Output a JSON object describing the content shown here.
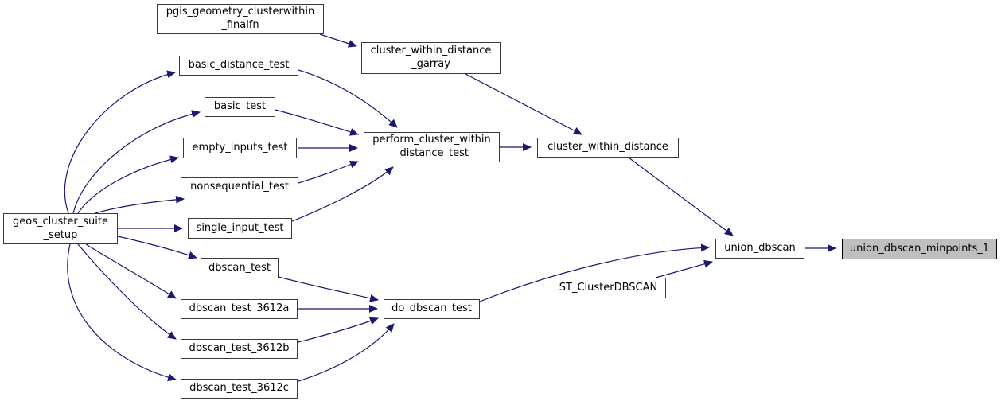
{
  "diagram": {
    "kind": "call-graph",
    "colors": {
      "background": "#ffffff",
      "edge": "#191970",
      "node_border": "#3a3a3a",
      "node_fill": "#ffffff",
      "text": "#000000",
      "highlight_fill": "#bfbfbf",
      "highlight_border": "#000000"
    },
    "nodes": [
      {
        "id": "pgis_geometry_clusterwithin_finalfn",
        "label": "pgis_geometry_clusterwithin\n_finalfn",
        "highlighted": false
      },
      {
        "id": "cluster_within_distance_garray",
        "label": "cluster_within_distance\n_garray",
        "highlighted": false
      },
      {
        "id": "basic_distance_test",
        "label": "basic_distance_test",
        "highlighted": false
      },
      {
        "id": "basic_test",
        "label": "basic_test",
        "highlighted": false
      },
      {
        "id": "empty_inputs_test",
        "label": "empty_inputs_test",
        "highlighted": false
      },
      {
        "id": "nonsequential_test",
        "label": "nonsequential_test",
        "highlighted": false
      },
      {
        "id": "geos_cluster_suite_setup",
        "label": "geos_cluster_suite\n_setup",
        "highlighted": false
      },
      {
        "id": "single_input_test",
        "label": "single_input_test",
        "highlighted": false
      },
      {
        "id": "perform_cluster_within_distance_test",
        "label": "perform_cluster_within\n_distance_test",
        "highlighted": false
      },
      {
        "id": "cluster_within_distance",
        "label": "cluster_within_distance",
        "highlighted": false
      },
      {
        "id": "dbscan_test",
        "label": "dbscan_test",
        "highlighted": false
      },
      {
        "id": "dbscan_test_3612a",
        "label": "dbscan_test_3612a",
        "highlighted": false
      },
      {
        "id": "dbscan_test_3612b",
        "label": "dbscan_test_3612b",
        "highlighted": false
      },
      {
        "id": "dbscan_test_3612c",
        "label": "dbscan_test_3612c",
        "highlighted": false
      },
      {
        "id": "do_dbscan_test",
        "label": "do_dbscan_test",
        "highlighted": false
      },
      {
        "id": "ST_ClusterDBSCAN",
        "label": "ST_ClusterDBSCAN",
        "highlighted": false
      },
      {
        "id": "union_dbscan",
        "label": "union_dbscan",
        "highlighted": false
      },
      {
        "id": "union_dbscan_minpoints_1",
        "label": "union_dbscan_minpoints_1",
        "highlighted": true
      }
    ],
    "edges": [
      {
        "from": "geos_cluster_suite_setup",
        "to": "basic_distance_test"
      },
      {
        "from": "geos_cluster_suite_setup",
        "to": "basic_test"
      },
      {
        "from": "geos_cluster_suite_setup",
        "to": "empty_inputs_test"
      },
      {
        "from": "geos_cluster_suite_setup",
        "to": "nonsequential_test"
      },
      {
        "from": "geos_cluster_suite_setup",
        "to": "single_input_test"
      },
      {
        "from": "geos_cluster_suite_setup",
        "to": "dbscan_test"
      },
      {
        "from": "geos_cluster_suite_setup",
        "to": "dbscan_test_3612a"
      },
      {
        "from": "geos_cluster_suite_setup",
        "to": "dbscan_test_3612b"
      },
      {
        "from": "geos_cluster_suite_setup",
        "to": "dbscan_test_3612c"
      },
      {
        "from": "pgis_geometry_clusterwithin_finalfn",
        "to": "cluster_within_distance_garray"
      },
      {
        "from": "cluster_within_distance_garray",
        "to": "cluster_within_distance"
      },
      {
        "from": "basic_distance_test",
        "to": "perform_cluster_within_distance_test"
      },
      {
        "from": "basic_test",
        "to": "perform_cluster_within_distance_test"
      },
      {
        "from": "empty_inputs_test",
        "to": "perform_cluster_within_distance_test"
      },
      {
        "from": "nonsequential_test",
        "to": "perform_cluster_within_distance_test"
      },
      {
        "from": "single_input_test",
        "to": "perform_cluster_within_distance_test"
      },
      {
        "from": "perform_cluster_within_distance_test",
        "to": "cluster_within_distance"
      },
      {
        "from": "cluster_within_distance",
        "to": "union_dbscan"
      },
      {
        "from": "dbscan_test",
        "to": "do_dbscan_test"
      },
      {
        "from": "dbscan_test_3612a",
        "to": "do_dbscan_test"
      },
      {
        "from": "dbscan_test_3612b",
        "to": "do_dbscan_test"
      },
      {
        "from": "dbscan_test_3612c",
        "to": "do_dbscan_test"
      },
      {
        "from": "do_dbscan_test",
        "to": "union_dbscan"
      },
      {
        "from": "ST_ClusterDBSCAN",
        "to": "union_dbscan"
      },
      {
        "from": "union_dbscan",
        "to": "union_dbscan_minpoints_1"
      }
    ]
  }
}
